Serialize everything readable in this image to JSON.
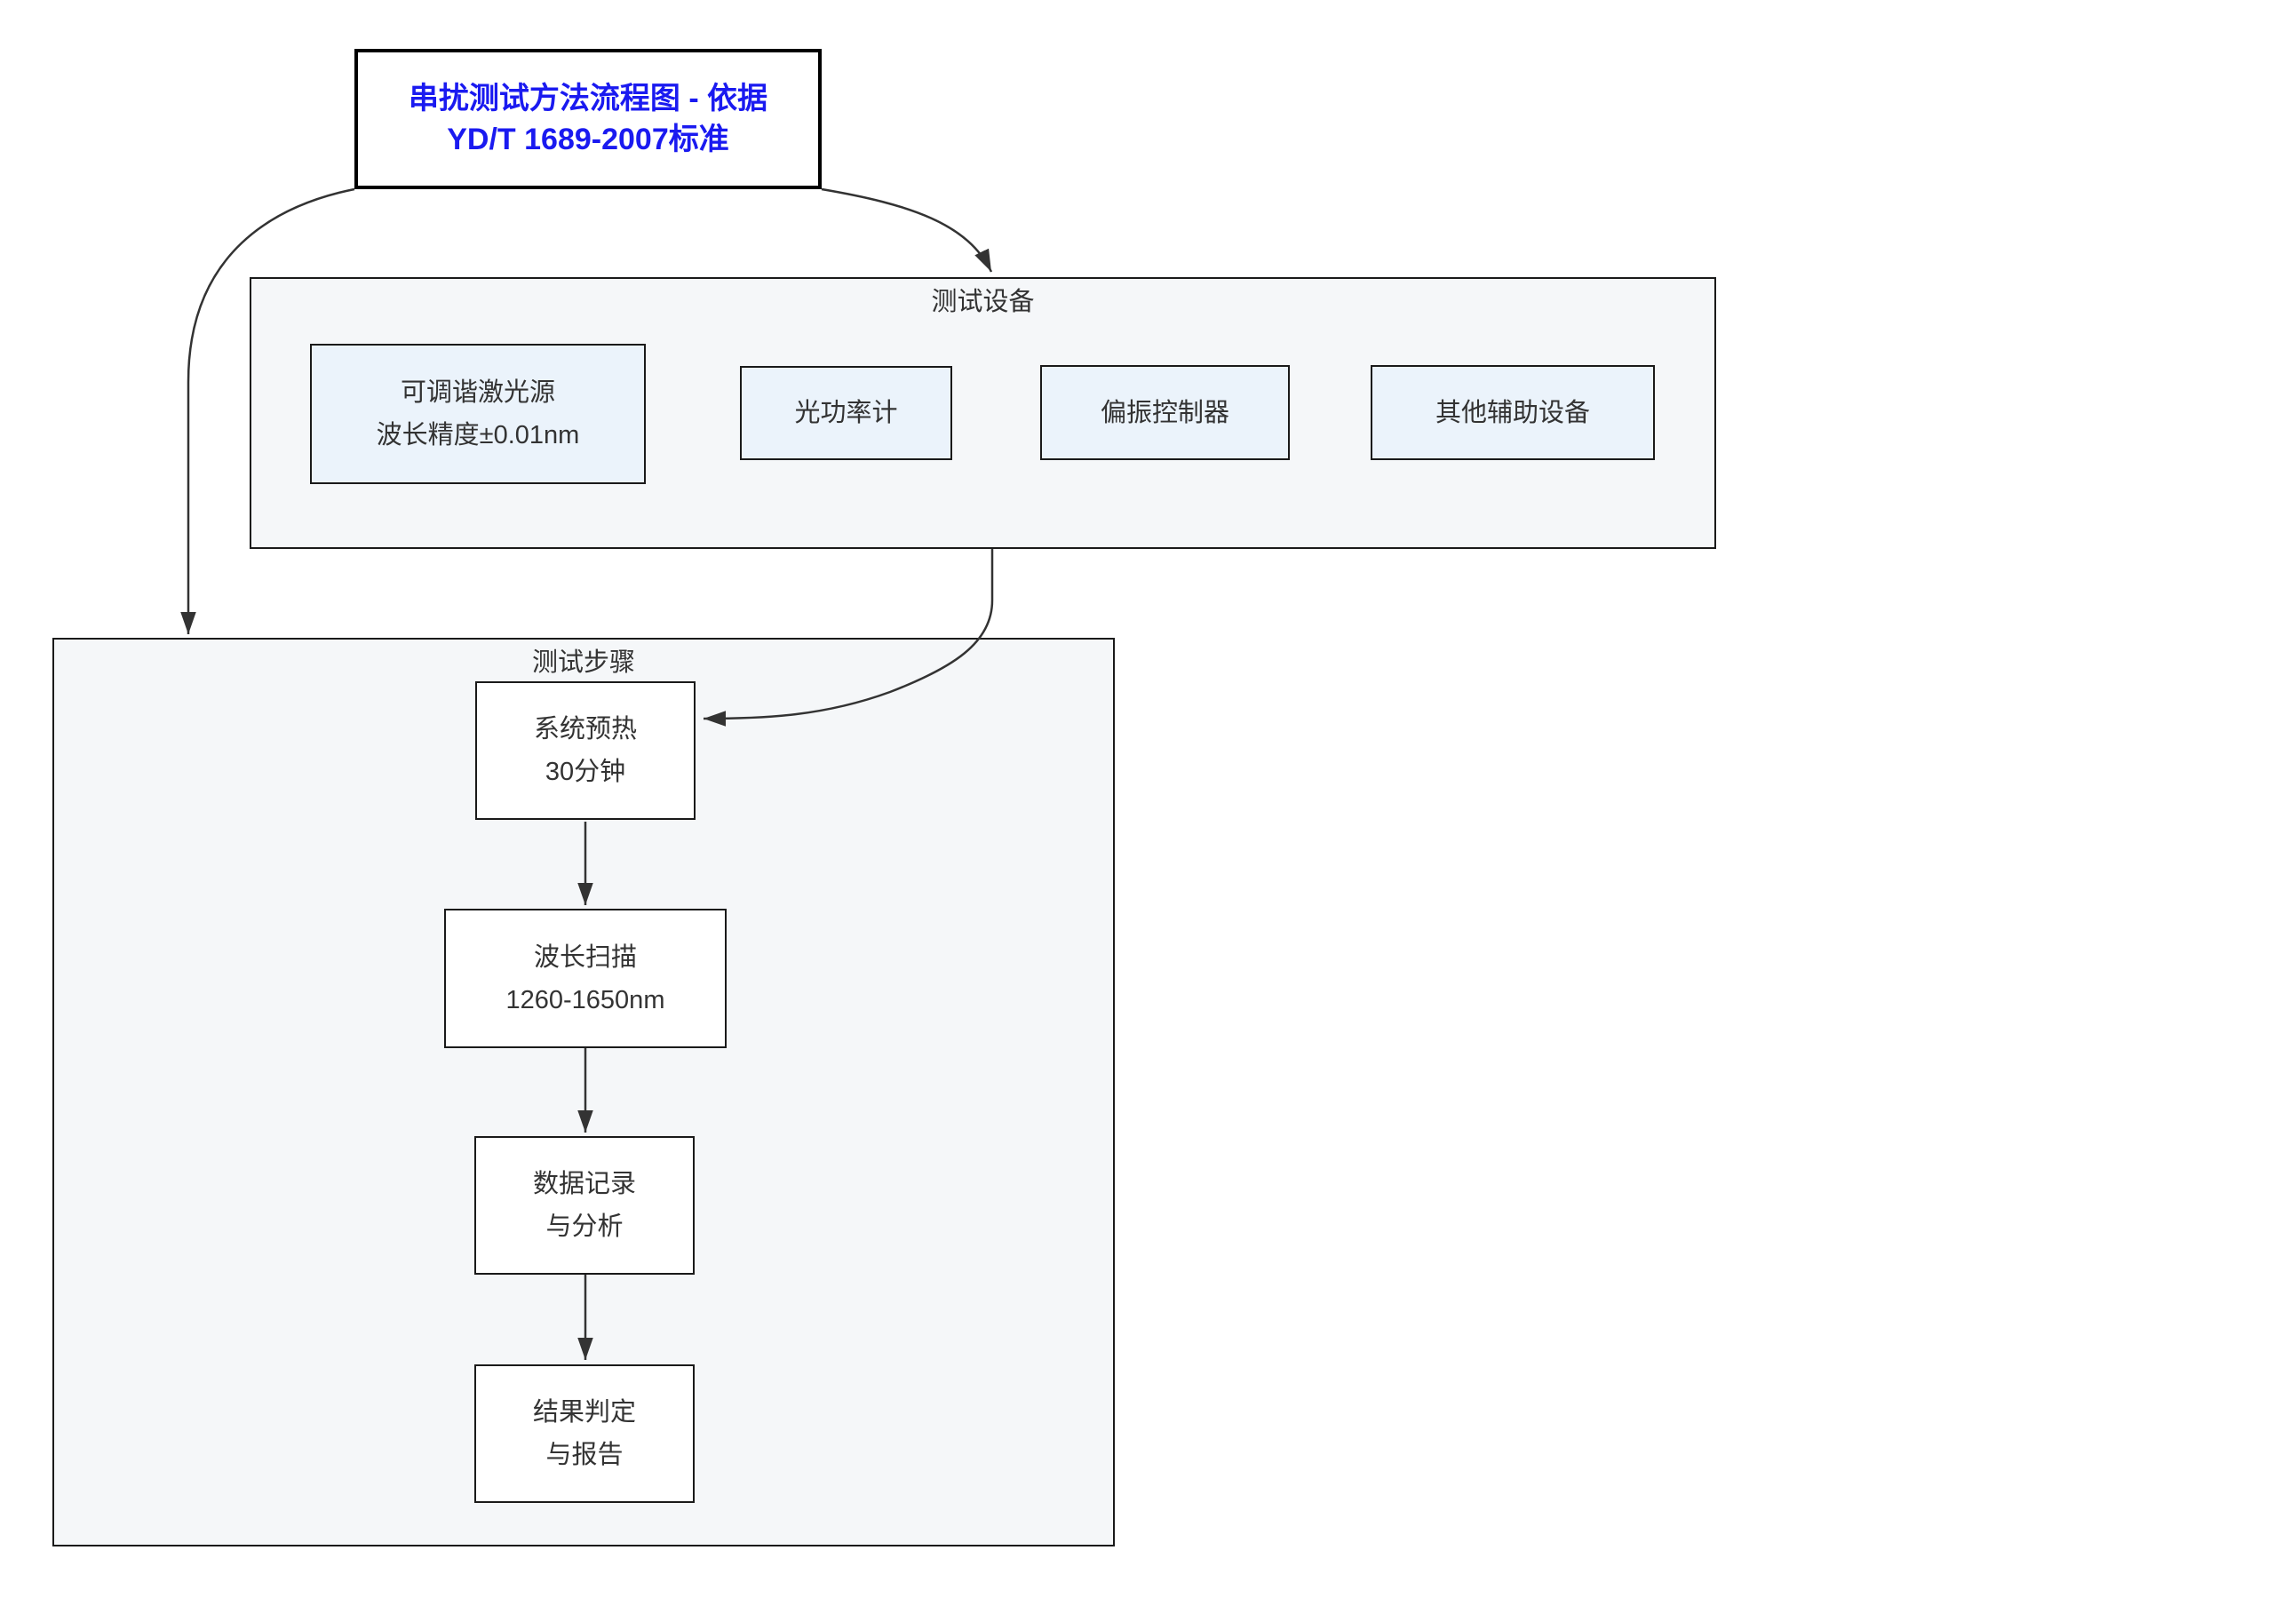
{
  "colors": {
    "accent-blue": "#1a1af0",
    "node-border": "#1a1a1a",
    "node-text": "#333333",
    "node-fill": "#ffffff",
    "container-fill": "#f5f7f9",
    "equipment-fill": "#ebf3fb",
    "connector": "#333333"
  },
  "title": {
    "line1": "串扰测试方法流程图 - 依据",
    "line2": "YD/T 1689-2007标准"
  },
  "equipment": {
    "label": "测试设备",
    "items": [
      {
        "line1": "可调谐激光源",
        "line2": "波长精度±0.01nm"
      },
      {
        "line1": "光功率计"
      },
      {
        "line1": "偏振控制器"
      },
      {
        "line1": "其他辅助设备"
      }
    ]
  },
  "steps": {
    "label": "测试步骤",
    "items": [
      {
        "line1": "系统预热",
        "line2": "30分钟"
      },
      {
        "line1": "波长扫描",
        "line2": "1260-1650nm"
      },
      {
        "line1": "数据记录",
        "line2": "与分析"
      },
      {
        "line1": "结果判定",
        "line2": "与报告"
      }
    ]
  }
}
